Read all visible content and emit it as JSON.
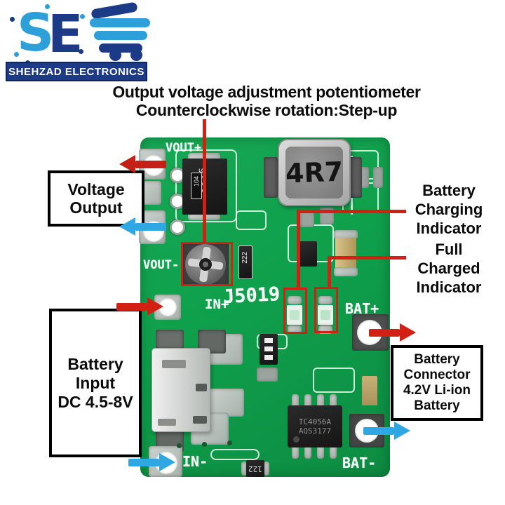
{
  "logo": {
    "initials_s": "S",
    "initials_e": "E",
    "banner": "SHEHZAD ELECTRONICS"
  },
  "title": {
    "line1": "Output voltage adjustment potentiometer",
    "line2": "Counterclockwise rotation:Step-up"
  },
  "callouts": {
    "voltage_output": [
      "Voltage",
      "Output"
    ],
    "battery_input": [
      "Battery",
      "Input",
      "DC 4.5-8V"
    ],
    "battery_charging": [
      "Battery",
      "Charging",
      "Indicator"
    ],
    "full_charged": [
      "Full",
      "Charged",
      "Indicator"
    ],
    "battery_connector": [
      "Battery",
      "Connector",
      "4.2V Li-ion",
      "Battery"
    ]
  },
  "pcb": {
    "silkscreen": {
      "vout_plus": "VOUT+",
      "vout_minus": "VOUT-",
      "in_plus": "IN+",
      "in_minus": "IN-",
      "bat_plus": "BAT+",
      "bat_minus": "BAT-",
      "model": "J5019",
      "plus_mark": "+"
    },
    "components": {
      "inductor": "4R7",
      "diode": "SS36",
      "r104": "104",
      "r222": "222",
      "r122": "122",
      "ic_line1": "TC4056A",
      "ic_line2": "AQS3177"
    }
  },
  "colors": {
    "annotation_red": "#d22114",
    "arrow_cyan": "#2fa7e2",
    "pcb_green": "#129b4c",
    "logo_light": "#2d9fd9",
    "logo_navy": "#1c3a86"
  }
}
